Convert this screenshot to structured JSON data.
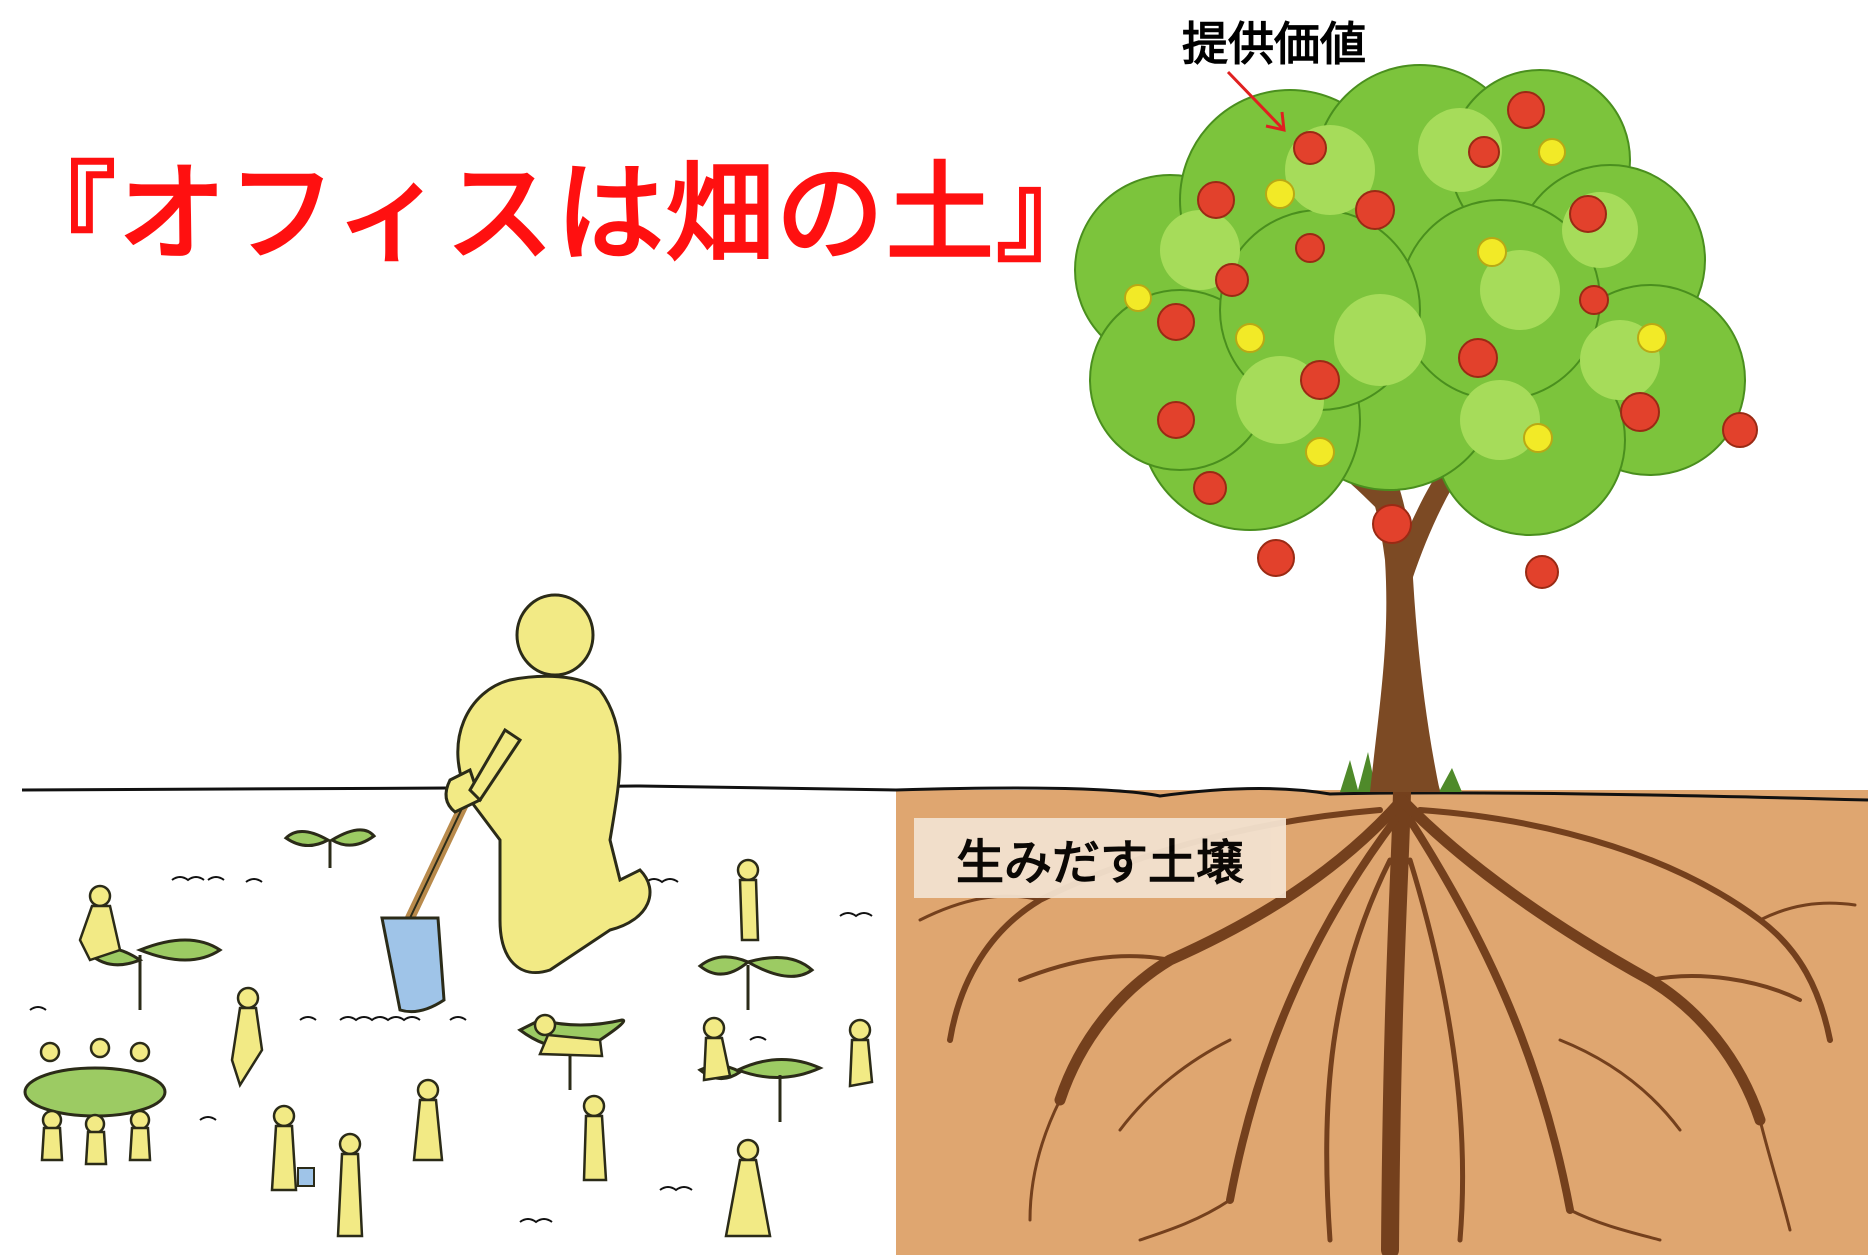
{
  "title": {
    "text": "『オフィスは畑の土』",
    "color": "#ff1010"
  },
  "labels": {
    "value": "提供価値",
    "soil": "生みだす土壌"
  },
  "colors": {
    "soil": "#dfa670",
    "figure": "#f2ea85",
    "figure_outline": "#2b2b18",
    "leaf": "#9ccb63",
    "fruit_red": "#e2412c",
    "fruit_yellow": "#f2ea27",
    "trunk": "#7c4a24",
    "root": "#74401d",
    "arrow": "#e02020"
  }
}
